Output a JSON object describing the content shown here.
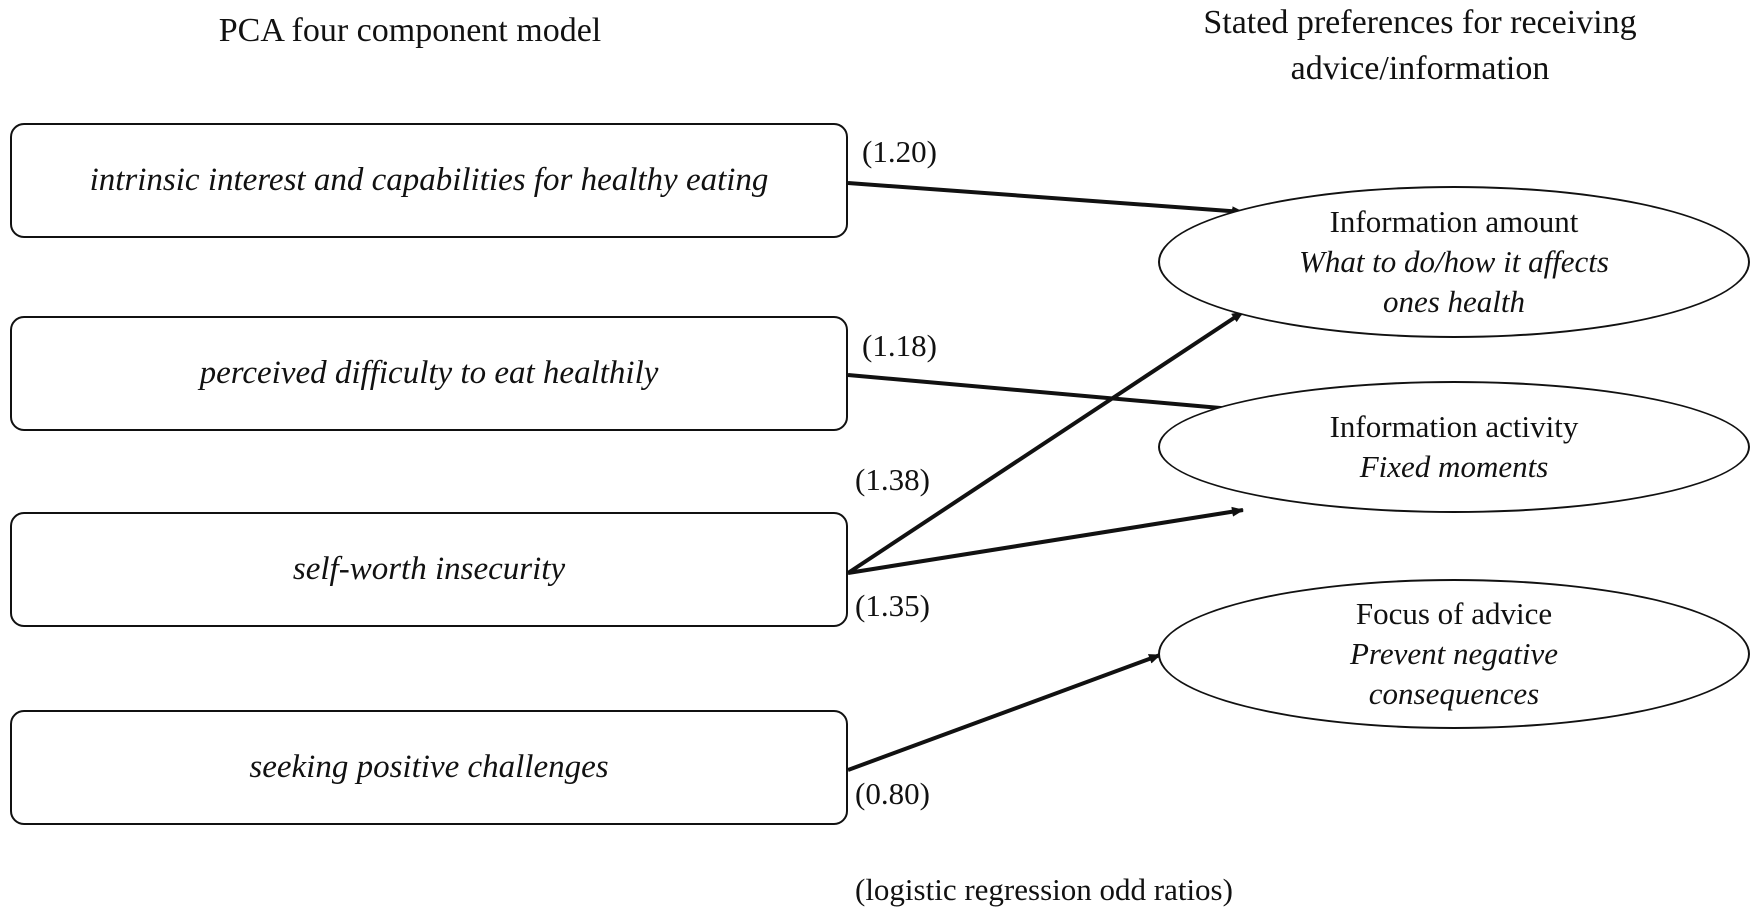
{
  "headings": {
    "left": "PCA  four component model",
    "right_line1": "Stated preferences for receiving",
    "right_line2": "advice/information"
  },
  "components": [
    "intrinsic interest and capabilities for healthy eating",
    "perceived difficulty to eat healthily",
    "self-worth insecurity",
    "seeking positive challenges"
  ],
  "outcomes": [
    {
      "title": "Information amount",
      "sub1": "What to do/how it affects",
      "sub2": "ones health"
    },
    {
      "title": "Information activity",
      "sub1": "Fixed moments",
      "sub2": ""
    },
    {
      "title": "Focus of advice",
      "sub1": "Prevent negative",
      "sub2": "consequences"
    }
  ],
  "links": [
    {
      "from": "intrinsic interest and capabilities for healthy eating",
      "to": "Information amount",
      "odds_ratio": "(1.20)"
    },
    {
      "from": "perceived difficulty to eat healthily",
      "to": "Information activity",
      "odds_ratio": "(1.18)"
    },
    {
      "from": "self-worth insecurity",
      "to": "Information amount",
      "odds_ratio": "(1.38)"
    },
    {
      "from": "self-worth insecurity",
      "to": "Information activity",
      "odds_ratio": "(1.35)"
    },
    {
      "from": "seeking positive challenges",
      "to": "Focus of advice",
      "odds_ratio": "(0.80)"
    }
  ],
  "caption": "(logistic regression  odd ratios)"
}
